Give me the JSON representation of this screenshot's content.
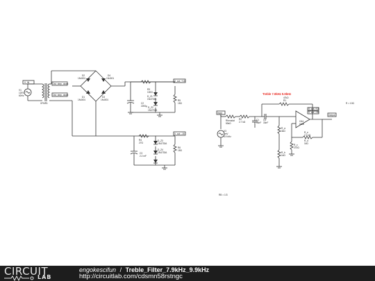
{
  "schematic": {
    "filter_title": "Treble 7.9kHz 9.9kHz",
    "labels": {
      "ac_source": [
        "V1",
        "120V",
        "60Hz"
      ],
      "transformer": "XFMR1",
      "node_in": "V_IN",
      "node_step_down": "Out_step_down",
      "node_step_down_2": "Out_step_down",
      "d2": [
        "D2",
        "1N4001"
      ],
      "d4": [
        "D4",
        "1N4001"
      ],
      "d1": [
        "D1",
        "1N4001"
      ],
      "d3": [
        "D3",
        "1N4001"
      ],
      "r3": [
        "R3",
        "100Ω"
      ],
      "c2": [
        "C2",
        "2200μ"
      ],
      "d_z1": [
        "D_Z1",
        "1N4733A"
      ],
      "d_z2": [
        "D_Z2",
        "1N4733A"
      ],
      "r5": [
        "R5",
        "15Ω"
      ],
      "v_out_pos": "V_out_+15",
      "r4": [
        "R4",
        "27Ω"
      ],
      "c3": [
        "C3",
        "2.2 mF"
      ],
      "d_z3": [
        "D_Z3",
        "1N4733A"
      ],
      "d_z4": [
        "D_Z4",
        "1N4733A"
      ],
      "r6": [
        "R6",
        "15Ω"
      ],
      "v_out_neg": "V_out_-15",
      "input_node": "Input",
      "v3": [
        "V3",
        "1mV",
        "4.9 kHz"
      ],
      "rpot": [
        "Rheostat",
        "50kΩ"
      ],
      "r2": [
        "R2",
        "2.7 kΩ"
      ],
      "c1": [
        "C1",
        "33nF"
      ],
      "c4": [
        "C4",
        "33nF"
      ],
      "r1": [
        "R1",
        "47kΩ"
      ],
      "ra": [
        "R_a",
        "4kΩ"
      ],
      "rb": [
        "R_b",
        "1kΩ"
      ],
      "rc": [
        "R_c",
        "270Ω"
      ],
      "opamp": [
        "OA1",
        "Ideal"
      ],
      "rd": [
        "R_d",
        "1kΩ"
      ],
      "re": [
        "R_e",
        "2.7 kΩ"
      ],
      "output_node": "Output",
      "vp_out": "V_out_+15",
      "vn_out": "V_out_-15",
      "r_note": "R = 10Ω",
      "bottom_note": "RB = 1/3"
    }
  },
  "footer": {
    "logo_top": "CIRCUIT",
    "logo_bottom": "LAB",
    "author": "engokescifun",
    "separator": "/",
    "title": "Treble_Filter_7.9kHz_9.9kHz",
    "url": "http://circuitlab.com/cdsmn58rstngc"
  }
}
